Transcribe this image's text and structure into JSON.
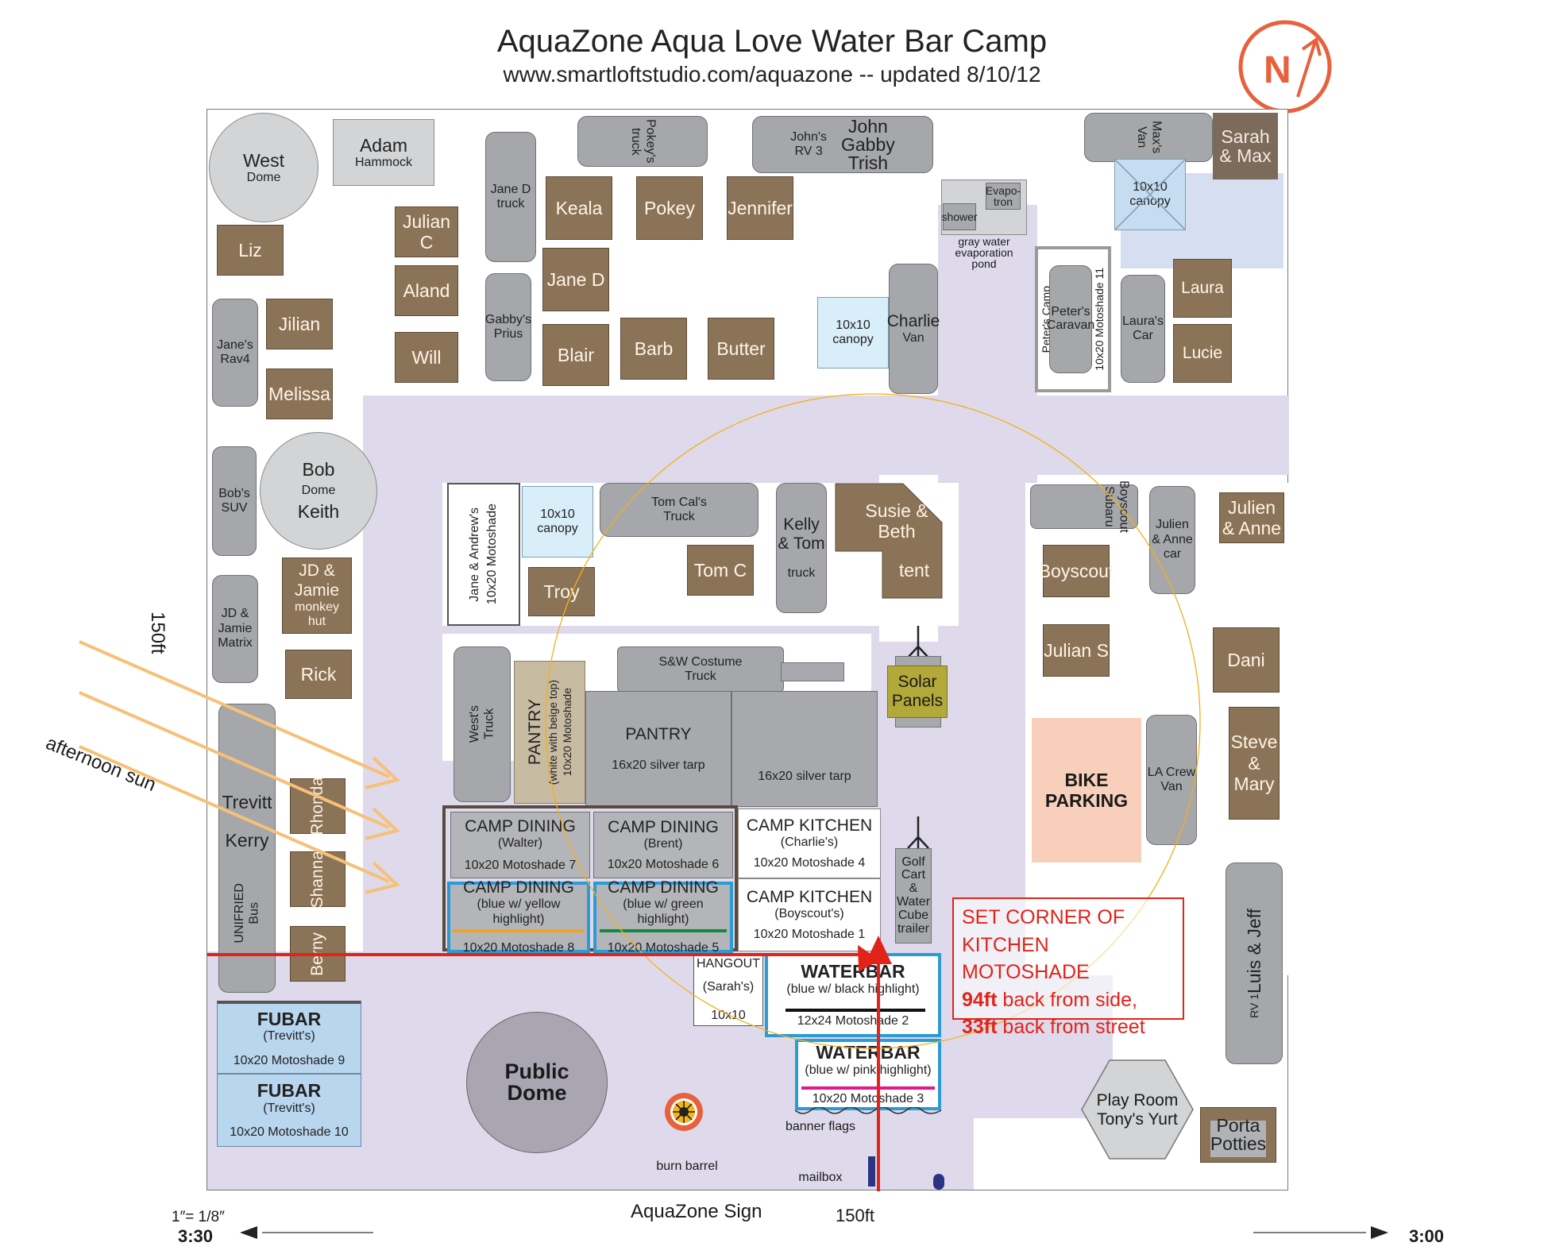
{
  "title": "AquaZone Aqua Love Water Bar Camp",
  "subtitle": "www.smartloftstudio.com/aquazone -- updated 8/10/12",
  "compass": {
    "letter": "N",
    "color": "#e8603c"
  },
  "dimensions": {
    "side": "150ft",
    "bottom": "150ft",
    "scale": "1″= 1/8″"
  },
  "times": {
    "left": "3:30",
    "right": "3:00"
  },
  "sun_label": "afternoon sun",
  "sign_label": "AquaZone Sign",
  "callout": {
    "line1": "SET CORNER OF",
    "line2": "KITCHEN MOTOSHADE",
    "dist1": "94ft",
    "dist1_rest": " back from side,",
    "dist2": "33ft",
    "dist2_rest": " back from street",
    "color": "#e2231a"
  },
  "colors": {
    "camp_brown": "#8b7357",
    "vehicle_grey": "#a5a7ab",
    "zone_lavender": "#dedaeb",
    "highlight_blue": "#2c9bd4"
  },
  "labels": {
    "west_dome": "West",
    "west_dome_sub": "Dome",
    "adam": "Adam",
    "adam_sub": "Hammock",
    "liz": "Liz",
    "julian_c": "Julian C",
    "aland": "Aland",
    "will": "Will",
    "jane_d_truck": "Jane D\ntruck",
    "keala": "Keala",
    "pokey": "Pokey",
    "jennifer": "Jennifer",
    "pokeys_truck": "Pokey's\ntruck",
    "johns_rv": "John's\nRV 3",
    "john_gabby_trish": "John\nGabby\nTrish",
    "maxs_van": "Max's\nVan",
    "sarah_max": "Sarah\n& Max",
    "canopy_10x10": "10x10\ncanopy",
    "shower": "shower",
    "evapotron": "Evapo-\ntron",
    "gray_water": "gray water\nevaporation\npond",
    "janes_rav4": "Jane's\nRav4",
    "jilian": "Jilian",
    "melissa": "Melissa",
    "jane_d": "Jane D",
    "gabbys_prius": "Gabby's\nPrius",
    "blair": "Blair",
    "barb": "Barb",
    "butter": "Butter",
    "charlie_van": "Charlie",
    "charlie_van_sub": "Van",
    "peters_camp": "Peter's Camp",
    "peters_caravan": "Peter's\nCaravan",
    "motoshade_11": "10x20 Motoshade 11",
    "lauras_car": "Laura's\nCar",
    "laura": "Laura",
    "lucie": "Lucie",
    "bobs_suv": "Bob's\nSUV",
    "bob": "Bob",
    "dome": "Dome",
    "keith": "Keith",
    "jd_jamie_matrix": "JD &\nJamie\nMatrix",
    "jd_jamie_hut": "JD & Jamie",
    "jd_jamie_hut_sub": "monkey\nhut",
    "rick": "Rick",
    "jane_andrew": "Jane & Andrew's",
    "motoshade_jane": "10x20 Motoshade",
    "tom_cals_truck": "Tom Cal's\nTruck",
    "troy": "Troy",
    "tom_c": "Tom C",
    "kelly_tom": "Kelly\n& Tom",
    "truck": "truck",
    "susie_beth": "Susie &\nBeth",
    "tent": "tent",
    "boyscout_subaru": "Boyscout\nSubaru",
    "julien_anne_car": "Julien\n& Anne\ncar",
    "julien_anne": "Julien\n& Anne",
    "boyscout": "Boyscout",
    "julian_s": "Julian S",
    "dani": "Dani",
    "sw_costume_truck": "S&W Costume\nTruck",
    "solar_panels": "Solar\nPanels",
    "wests_truck": "West's\nTruck",
    "pantry_tan": "PANTRY",
    "pantry_tan_sub": "(white with beige top)",
    "pantry_tan_moto": "10x20 Motoshade",
    "pantry": "PANTRY",
    "silver_tarp": "16x20 silver tarp",
    "bike_parking": "BIKE\nPARKING",
    "la_crew_van": "LA Crew\nVan",
    "steve_mary": "Steve\n& Mary",
    "trevitt": "Trevitt",
    "kerry": "Kerry",
    "unified_bus": "UNIFRIED\nBus",
    "rhonda": "Rhonda",
    "shanna": "Shanna",
    "berny": "Berny",
    "camp_dining": "CAMP DINING",
    "camp_kitchen": "CAMP KITCHEN",
    "walter": "(Walter)",
    "brent": "(Brent)",
    "charlies": "(Charlie's)",
    "boyscouts": "(Boyscout's)",
    "blue_yellow": "(blue w/ yellow highlight)",
    "blue_green": "(blue w/ green highlight)",
    "moto7": "10x20 Motoshade 7",
    "moto6": "10x20 Motoshade 6",
    "moto4": "10x20 Motoshade 4",
    "moto8": "10x20 Motoshade 8",
    "moto5": "10x20 Motoshade 5",
    "moto1": "10x20 Motoshade 1",
    "golf_cart": "Golf\nCart\n&\nWater\nCube\ntrailer",
    "hangout": "HANGOUT",
    "hangout_sub": "(Sarah's)",
    "hangout_size": "10x10",
    "waterbar": "WATERBAR",
    "blue_black": "(blue w/ black highlight)",
    "moto2": "12x24 Motoshade 2",
    "blue_pink": "(blue w/ pink highlight)",
    "moto3": "10x20 Motoshade 3",
    "fubar": "FUBAR",
    "trevitts": "(Trevitt's)",
    "moto9": "10x20 Motoshade 9",
    "moto10": "10x20 Motoshade 10",
    "public_dome": "Public\nDome",
    "banner_flags": "banner flags",
    "burn_barrel": "burn barrel",
    "mailbox": "mailbox",
    "luis_jeff": "Luis & Jeff",
    "rv1": "RV 1",
    "play_room": "Play Room\nTony's Yurt",
    "porta_potties": "Porta\nPotties"
  }
}
